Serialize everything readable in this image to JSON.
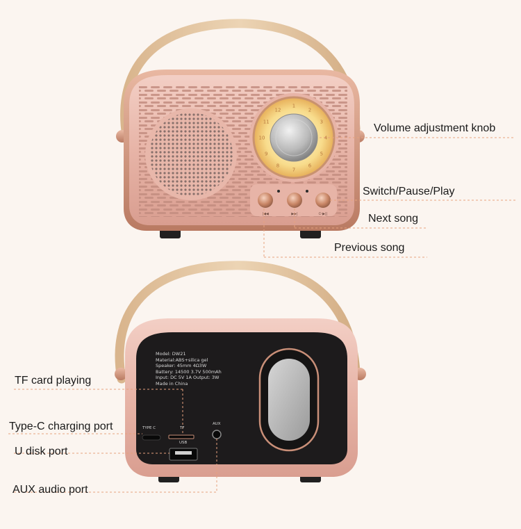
{
  "callouts": {
    "volume_knob": "Volume adjustment knob",
    "switch_pause_play": "Switch/Pause/Play",
    "next_song": "Next song",
    "previous_song": "Previous song",
    "tf_card": "TF card playing",
    "type_c": "Type-C charging port",
    "u_disk": "U disk port",
    "aux": "AUX audio port"
  },
  "spec_label": {
    "model": "Model: DW21",
    "material": "Material:ABS+silica gel",
    "speaker": "Speaker: 45mm 4Ω3W",
    "battery": "Battery: 14500 3.7V 500mAh",
    "input": "Input: DC 5V 1A Output: 3W",
    "made_in": "Made in China"
  },
  "port_labels": {
    "type_c": "TYPE C",
    "tf": "TF",
    "usb": "USB",
    "aux": "AUX"
  },
  "dial_numbers": [
    "1",
    "2",
    "3",
    "4",
    "5",
    "6",
    "7",
    "8",
    "9",
    "10",
    "11",
    "12"
  ],
  "colors": {
    "body_pink": "#e9b8ac",
    "trim_rosegold": "#c98f78",
    "handle": "#e3c6a2",
    "panel_black": "#1d1b1c",
    "dial_glow": "#f6d98a",
    "callout_line": "#e7a27e"
  },
  "icons": [
    "speaker-grille-icon",
    "volume-knob-icon",
    "previous-button-icon",
    "next-button-icon",
    "power-play-button-icon"
  ]
}
